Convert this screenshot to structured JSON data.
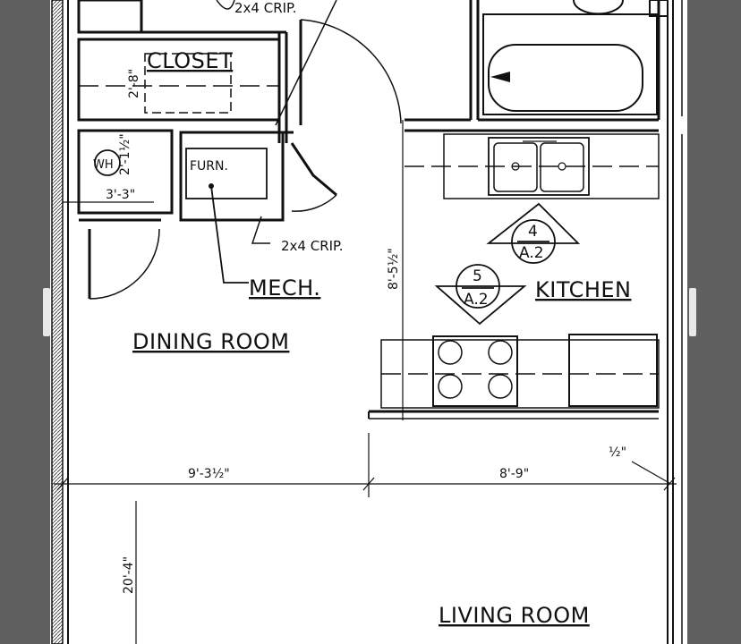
{
  "rooms": {
    "closet": "CLOSET",
    "dining": "DINING ROOM",
    "kitchen": "KITCHEN",
    "living": "LIVING ROOM",
    "mech": "MECH."
  },
  "fixtures": {
    "water_heater": "WH",
    "furnace": "FURN."
  },
  "notes": {
    "crip_top": "2x4 CRIP.",
    "crip_mid": "2x4 CRIP."
  },
  "dimensions": {
    "closet_depth": "2'-8\"",
    "wh_size": "2'-1½\"",
    "wh_width": "3'-3\"",
    "kitchen_depth": "8'-5½\"",
    "dining_width": "9'-3½\"",
    "kitchen_width": "8'-9\"",
    "half_inch": "½\"",
    "overall_depth": "20'-4\""
  },
  "section_tags": {
    "tag4_num": "4",
    "tag4_sheet": "A.2",
    "tag5_num": "5",
    "tag5_sheet": "A.2"
  }
}
